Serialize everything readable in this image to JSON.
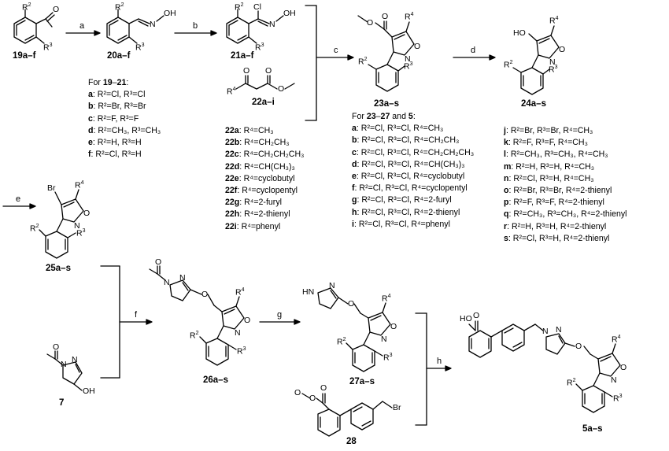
{
  "compounds": {
    "c19": "19a–f",
    "c20": "20a–f",
    "c21": "21a–f",
    "c22": "22a–i",
    "c23": "23a–s",
    "c24": "24a–s",
    "c25": "25a–s",
    "c26": "26a–s",
    "c27": "27a–s",
    "c5": "5a–s",
    "c7": "7",
    "c28": "28"
  },
  "arrows": {
    "a": "a",
    "b": "b",
    "c": "c",
    "d": "d",
    "e": "e",
    "f": "f",
    "g": "g",
    "h": "h"
  },
  "atoms": {
    "r2": "R2",
    "r3": "R3",
    "r4": "R4",
    "o": "O",
    "oh": "OH",
    "n": "N",
    "cl": "Cl",
    "ho": "HO",
    "br": "Br",
    "hn": "HN",
    "noh": "N–OH",
    "ohN": "N OH"
  },
  "list_19_21": {
    "heading_pre": "For ",
    "heading_bold": "19",
    "heading_dash": "–",
    "heading_bold2": "21",
    "heading_post": ":",
    "rows": [
      {
        "k": "a",
        "v": ": R²=Cl, R³=Cl"
      },
      {
        "k": "b",
        "v": ": R²=Br, R³=Br"
      },
      {
        "k": "c",
        "v": ": R²=F, R³=F"
      },
      {
        "k": "d",
        "v": ": R²=CH₃, R³=CH₃"
      },
      {
        "k": "e",
        "v": ": R²=H, R³=H"
      },
      {
        "k": "f",
        "v": ": R²=Cl, R³=H"
      }
    ]
  },
  "list_22": {
    "rows": [
      {
        "k": "22a",
        "v": ": R⁴=CH₃"
      },
      {
        "k": "22b",
        "v": ": R⁴=CH₂CH₃"
      },
      {
        "k": "22c",
        "v": ": R⁴=CH₂CH₂CH₃"
      },
      {
        "k": "22d",
        "v": ": R⁴=CH(CH₃)₃"
      },
      {
        "k": "22e",
        "v": ": R⁴=cyclobutyl"
      },
      {
        "k": "22f",
        "v": ": R⁴=cyclopentyl"
      },
      {
        "k": "22g",
        "v": ": R⁴=2-furyl"
      },
      {
        "k": "22h",
        "v": ": R⁴=2-thienyl"
      },
      {
        "k": "22i",
        "v": ": R⁴=phenyl"
      }
    ]
  },
  "list_23_27": {
    "heading_pre": "For ",
    "heading_bold": "23",
    "heading_dash": "–",
    "heading_bold2": "27",
    "heading_mid": " and ",
    "heading_bold3": "5",
    "heading_post": ":",
    "rows": [
      {
        "k": "a",
        "v": ": R²=Cl, R³=Cl, R⁴=CH₃"
      },
      {
        "k": "b",
        "v": ": R²=Cl, R³=Cl, R⁴=CH₂CH₃"
      },
      {
        "k": "c",
        "v": ": R²=Cl, R³=Cl, R⁴=CH₂CH₂CH₃"
      },
      {
        "k": "d",
        "v": ": R²=Cl, R³=Cl, R⁴=CH(CH₃)₃"
      },
      {
        "k": "e",
        "v": ": R²=Cl, R³=Cl, R⁴=cyclobutyl"
      },
      {
        "k": "f",
        "v": ": R²=Cl, R³=Cl, R⁴=cyclopentyl"
      },
      {
        "k": "g",
        "v": ": R²=Cl, R³=Cl, R⁴=2-furyl"
      },
      {
        "k": "h",
        "v": ": R²=Cl, R³=Cl, R⁴=2-thienyl"
      },
      {
        "k": "i",
        "v": ": R²=Cl, R³=Cl, R⁴=phenyl"
      }
    ]
  },
  "list_jr": {
    "rows": [
      {
        "k": "j",
        "v": ": R²=Br, R³=Br, R⁴=CH₃"
      },
      {
        "k": "k",
        "v": ": R²=F, R³=F, R⁴=CH₃"
      },
      {
        "k": "l",
        "v": ": R²=CH₃, R³=CH₃, R⁴=CH₃"
      },
      {
        "k": "m",
        "v": ": R²=H, R³=H, R⁴=CH₃"
      },
      {
        "k": "n",
        "v": ": R²=Cl, R³=H, R⁴=CH₃"
      },
      {
        "k": "o",
        "v": ": R²=Br, R³=Br, R⁴=2-thienyl"
      },
      {
        "k": "p",
        "v": ": R²=F, R³=F, R⁴=2-thienyl"
      },
      {
        "k": "q",
        "v": ": R²=CH₃, R³=CH₃, R⁴=2-thienyl"
      },
      {
        "k": "r",
        "v": ": R²=H, R³=H, R⁴=2-thienyl"
      },
      {
        "k": "s",
        "v": ": R²=Cl, R³=H, R⁴=2-thienyl"
      }
    ]
  }
}
